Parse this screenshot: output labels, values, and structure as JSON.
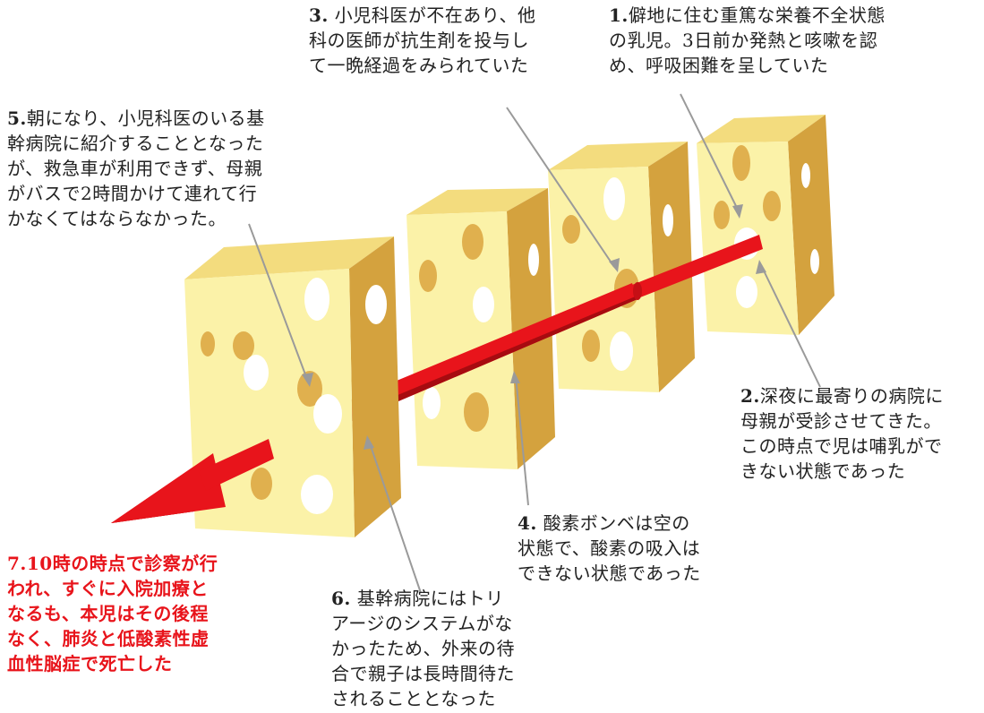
{
  "colors": {
    "cheese_front": "#fbf2a8",
    "cheese_side": "#d4a23e",
    "cheese_top": "#f3dc7e",
    "hole": "#e0b04e",
    "arrow": "#e8141b",
    "arrow_dark": "#a70b10",
    "leader": "#9a9a9a",
    "outcome_text": "#e8141b"
  },
  "notes": [
    {
      "id": "note-1",
      "num": "1.",
      "lines": [
        "僻地に住む重篤な栄養不全状態",
        "の乳児。3日前か発熱と咳嗽を認",
        "め、呼吸困難を呈していた"
      ]
    },
    {
      "id": "note-2",
      "num": "2.",
      "lines": [
        "深夜に最寄りの病院に",
        "母親が受診させてきた。",
        "この時点で児は哺乳がで",
        "きない状態であった"
      ]
    },
    {
      "id": "note-3",
      "num": "3.",
      "lines": [
        "小児科医が不在あり、他",
        "科の医師が抗生剤を投与し",
        "て一晩経過をみられていた"
      ]
    },
    {
      "id": "note-4",
      "num": "4.",
      "lines": [
        "酸素ボンベは空の",
        "状態で、酸素の吸入は",
        "できない状態であった"
      ]
    },
    {
      "id": "note-5",
      "num": "5.",
      "lines": [
        "朝になり、小児科医のいる基",
        "幹病院に紹介することとなった",
        "が、救急車が利用できず、母親",
        "がバスで2時間かけて連れて行",
        "かなくてはならなかった。"
      ]
    },
    {
      "id": "note-6",
      "num": "6.",
      "lines": [
        "基幹病院にはトリ",
        "アージのシステムがな",
        "かったため、外来の待",
        "合で親子は長時間待た",
        "されることとなった"
      ]
    },
    {
      "id": "note-7",
      "num": "7.",
      "lines": [
        "10時の時点で診察が行",
        "われ、すぐに入院加療と",
        "なるも、本児はその後程",
        "なく、肺炎と低酸素性虚",
        "血性脳症で死亡した"
      ]
    }
  ]
}
